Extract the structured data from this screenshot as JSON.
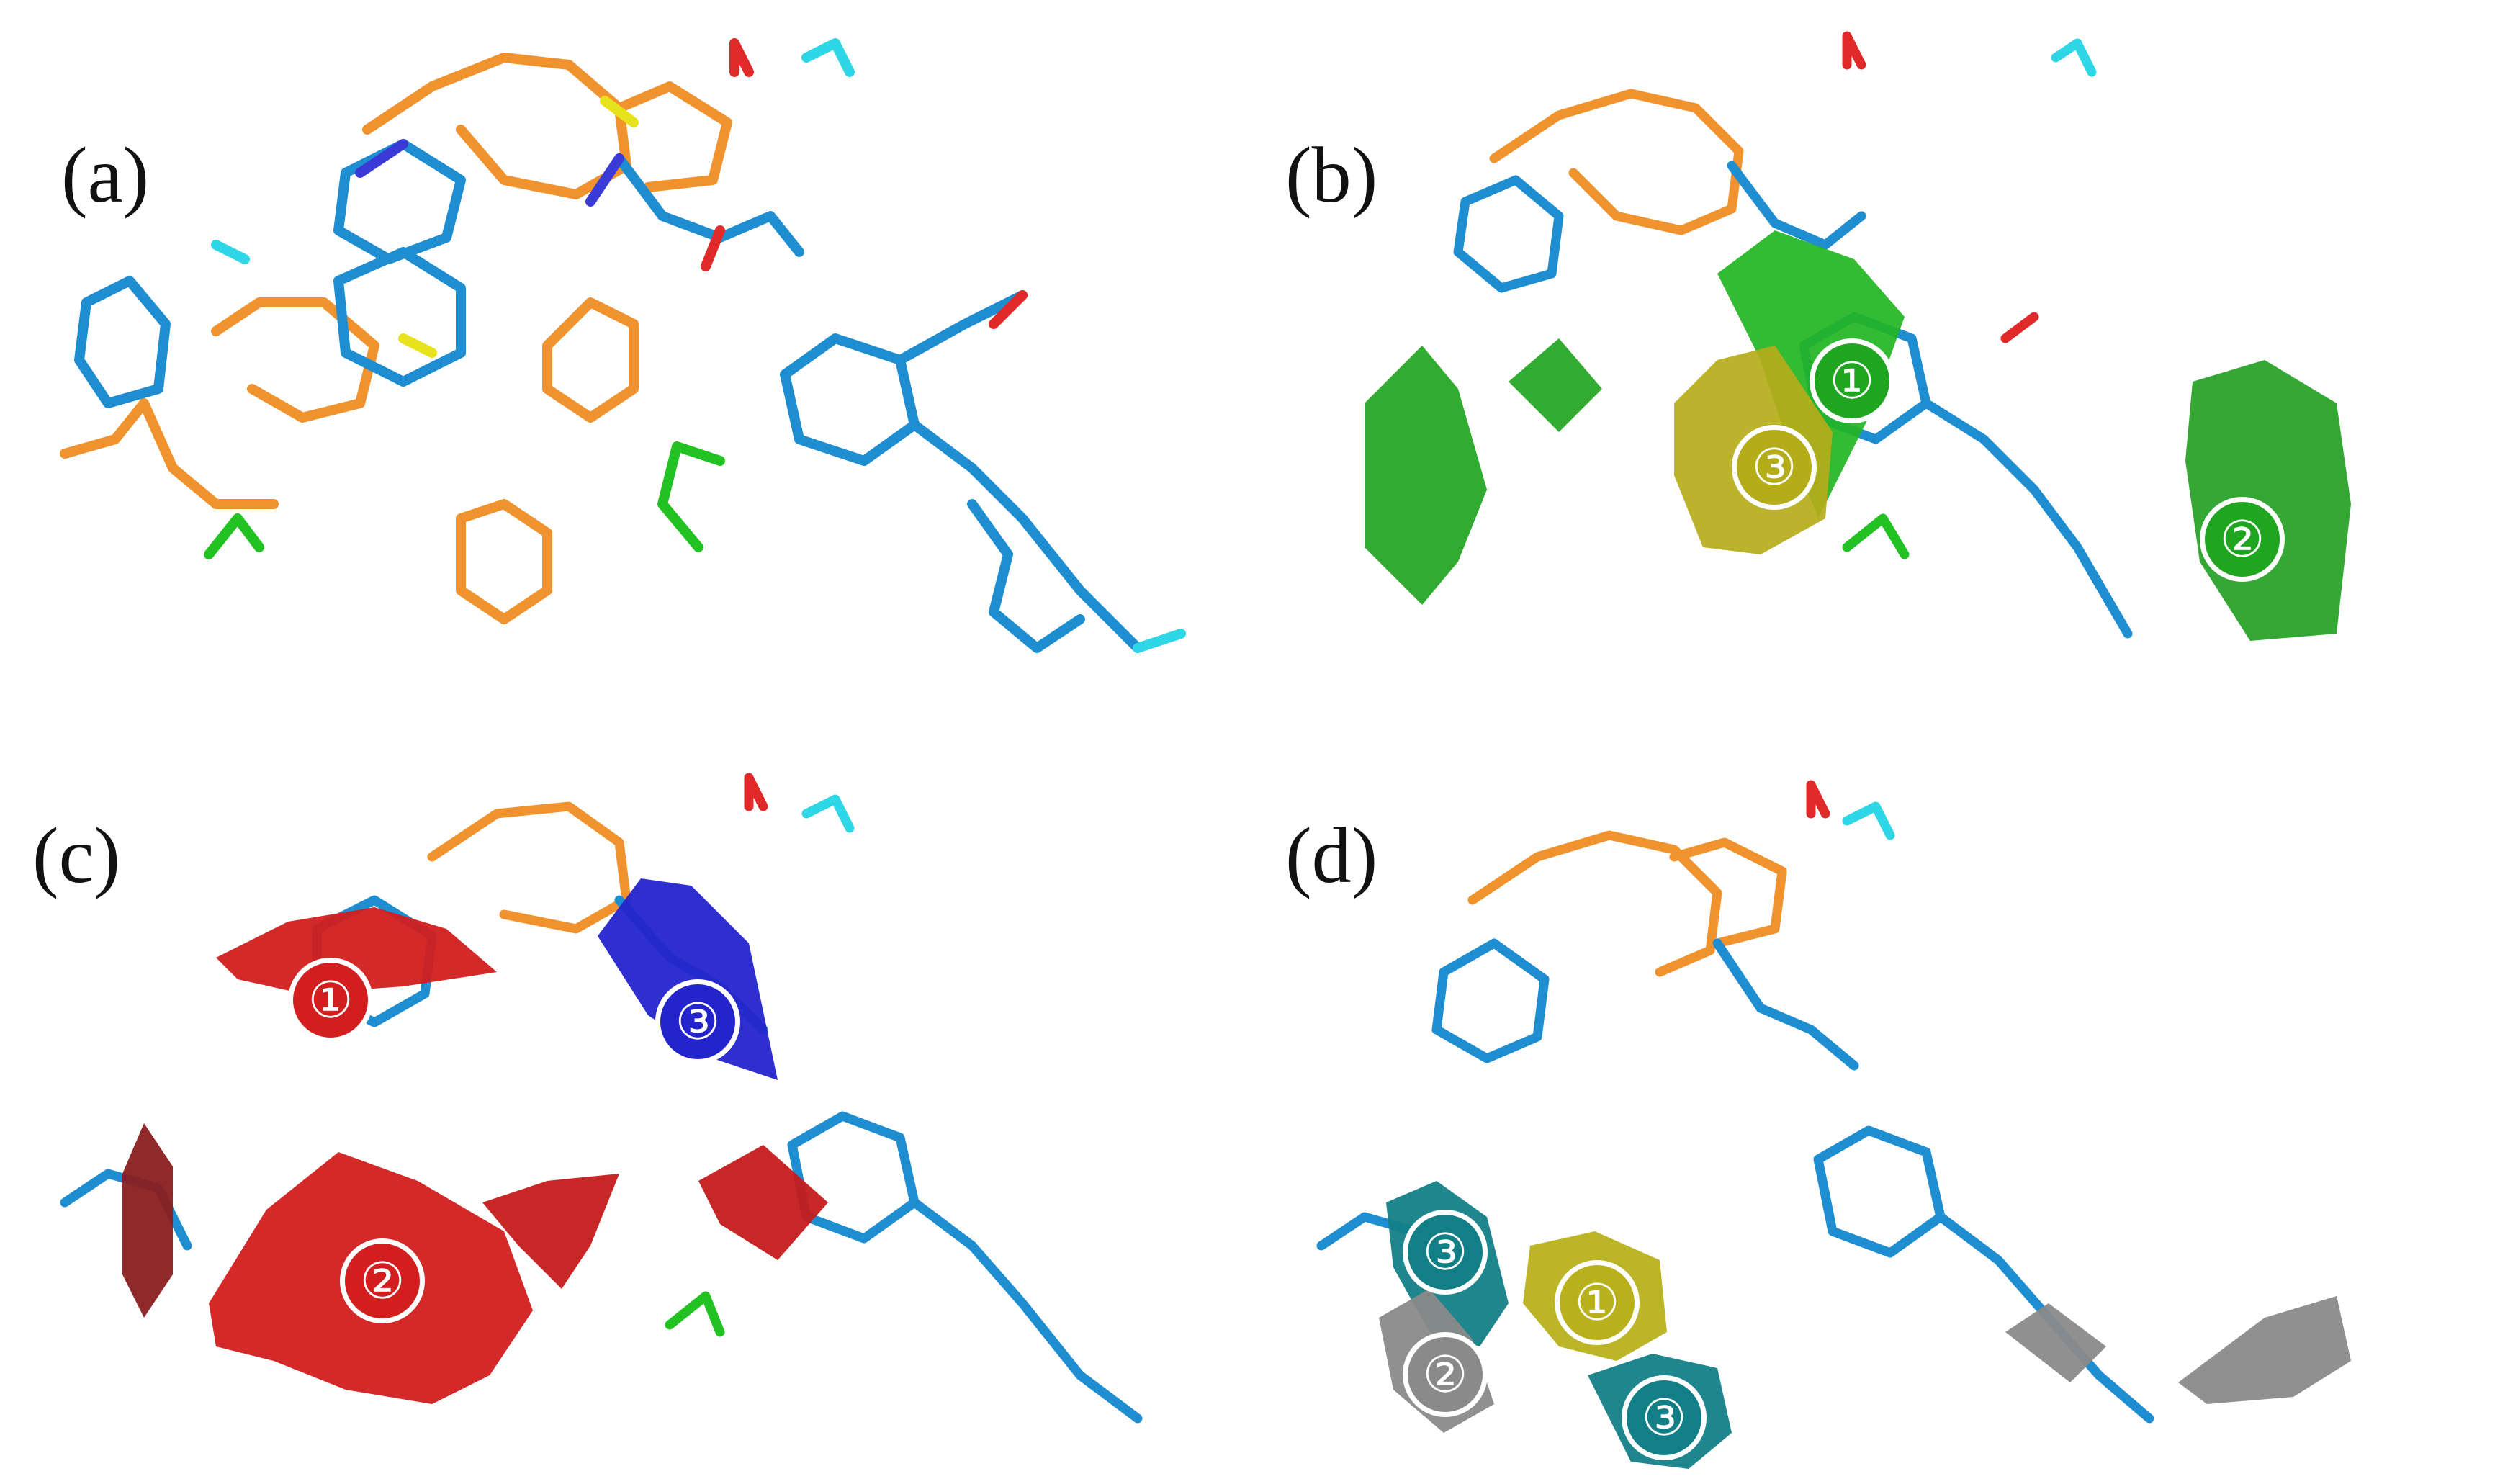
{
  "colors": {
    "background": "#ffffff",
    "carbon_blue": "#1f8ed1",
    "carbon_orange": "#f0922e",
    "nitrogen": "#3a3ad6",
    "oxygen": "#e02a2a",
    "sulfur": "#e6e21c",
    "hydrogen": "#2fd6e6",
    "halogen": "#23c223",
    "steric_green": "#1fa51f",
    "steric_yellow": "#b5ac1a",
    "electro_red": "#d21e1e",
    "electro_blue": "#2424cc",
    "hydrophobic_yellow": "#b9b11c",
    "donor_teal": "#127f86",
    "gray": "#8a8a8a"
  },
  "panels": [
    {
      "label": "(a)",
      "markers": []
    },
    {
      "label": "(b)",
      "markers": [
        {
          "text": "①",
          "color_name": "steric_green"
        },
        {
          "text": "②",
          "color_name": "steric_green"
        },
        {
          "text": "③",
          "color_name": "steric_yellow"
        }
      ]
    },
    {
      "label": "(c)",
      "markers": [
        {
          "text": "①",
          "color_name": "electro_red"
        },
        {
          "text": "②",
          "color_name": "electro_red"
        },
        {
          "text": "③",
          "color_name": "electro_blue"
        }
      ]
    },
    {
      "label": "(d)",
      "markers": [
        {
          "text": "①",
          "color_name": "hydrophobic_yellow"
        },
        {
          "text": "②",
          "color_name": "gray"
        },
        {
          "text": "③",
          "color_name": "donor_teal"
        },
        {
          "text": "③",
          "color_name": "donor_teal"
        }
      ]
    }
  ]
}
